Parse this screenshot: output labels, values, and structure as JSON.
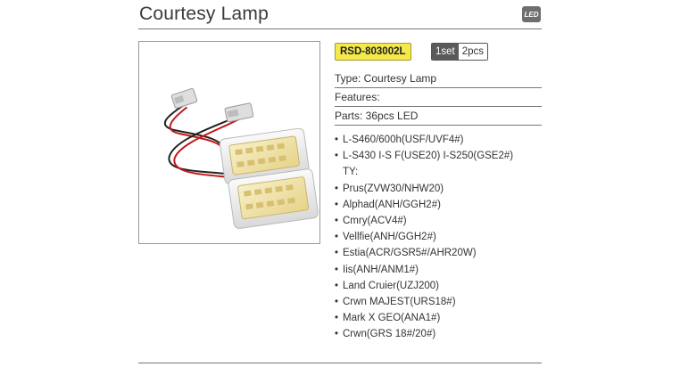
{
  "page": {
    "title": "Courtesy Lamp",
    "badge": "LED"
  },
  "product": {
    "sku": "RSD-803002L",
    "set_label": "1set",
    "qty_label": "2pcs",
    "image_icon": "led-courtesy-lamp-photo"
  },
  "specs": {
    "type": "Type: Courtesy Lamp",
    "features": "Features:",
    "parts": "Parts: 36pcs LED"
  },
  "compatibility": [
    {
      "bullet": "•",
      "text": "L-S460/600h(USF/UVF4#)"
    },
    {
      "bullet": "•",
      "text": "L-S430 I-S F(USE20) I-S250(GSE2#)"
    },
    {
      "bullet": "",
      "text": "TY:"
    },
    {
      "bullet": "•",
      "text": "Prus(ZVW30/NHW20)"
    },
    {
      "bullet": "•",
      "text": "Alphad(ANH/GGH2#)"
    },
    {
      "bullet": "•",
      "text": "Cmry(ACV4#)"
    },
    {
      "bullet": "•",
      "text": "Vellfie(ANH/GGH2#)"
    },
    {
      "bullet": "•",
      "text": "Estia(ACR/GSR5#/AHR20W)"
    },
    {
      "bullet": "•",
      "text": "Iis(ANH/ANM1#)"
    },
    {
      "bullet": "•",
      "text": "Land Cruier(UZJ200)"
    },
    {
      "bullet": "•",
      "text": "Crwn MAJEST(URS18#)"
    },
    {
      "bullet": "•",
      "text": "Mark X GEO(ANA1#)"
    },
    {
      "bullet": "•",
      "text": "Crwn(GRS 18#/20#)"
    }
  ],
  "colors": {
    "sku_bg": "#f4e94a",
    "badge_bg": "#6e6e6e",
    "rule": "#777777"
  }
}
